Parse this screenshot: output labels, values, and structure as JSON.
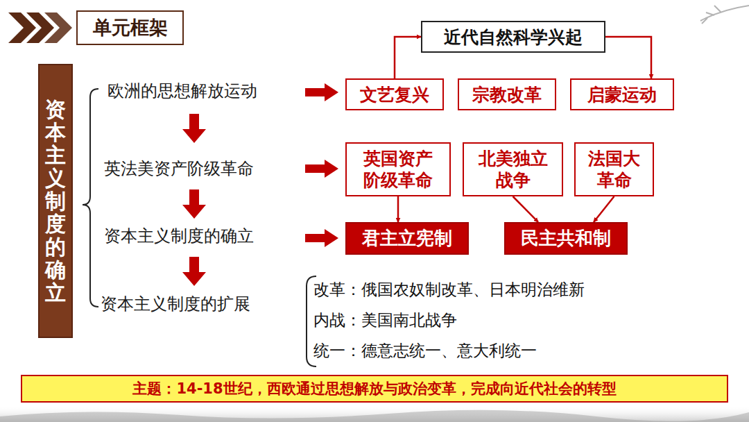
{
  "diagram": {
    "nodes": [
      {
        "text": [
          "单元框架"
        ]
      },
      {
        "text": [
          "资本主义制度的确立"
        ]
      },
      {
        "text": [
          "近代自然科学兴起"
        ]
      },
      {
        "text": [
          "文艺复兴"
        ]
      },
      {
        "text": [
          "宗教改革"
        ]
      },
      {
        "text": [
          "启蒙运动"
        ]
      },
      {
        "text": [
          "英国资产阶级革命"
        ]
      },
      {
        "text": [
          "北美独立战争"
        ]
      },
      {
        "text": [
          "法国大革命"
        ]
      },
      {
        "text": [
          "君主立宪制"
        ]
      },
      {
        "text": [
          "民主共和制"
        ]
      },
      {
        "text": [
          "主题：14-18世纪，西欧通过思想解放与政治变革，完成向近代社会的转型"
        ]
      }
    ],
    "edges": [
      {
        "from": 3,
        "to": 2,
        "arrow": "to"
      },
      {
        "from": 2,
        "to": 5,
        "arrow": "to"
      },
      {
        "from": 6,
        "to": 9,
        "arrow": "to"
      },
      {
        "from": 7,
        "to": 10,
        "arrow": "to"
      },
      {
        "from": 8,
        "to": 10,
        "arrow": "to"
      }
    ],
    "labels": [
      "欧洲的思想解放运动",
      "英法美资产阶级革命",
      "资本主义制度的确立",
      "资本主义制度的扩展",
      "改革：俄国农奴制改革、日本明治维新",
      "内战：美国南北战争",
      "统一：德意志统一、意大利统一"
    ]
  }
}
